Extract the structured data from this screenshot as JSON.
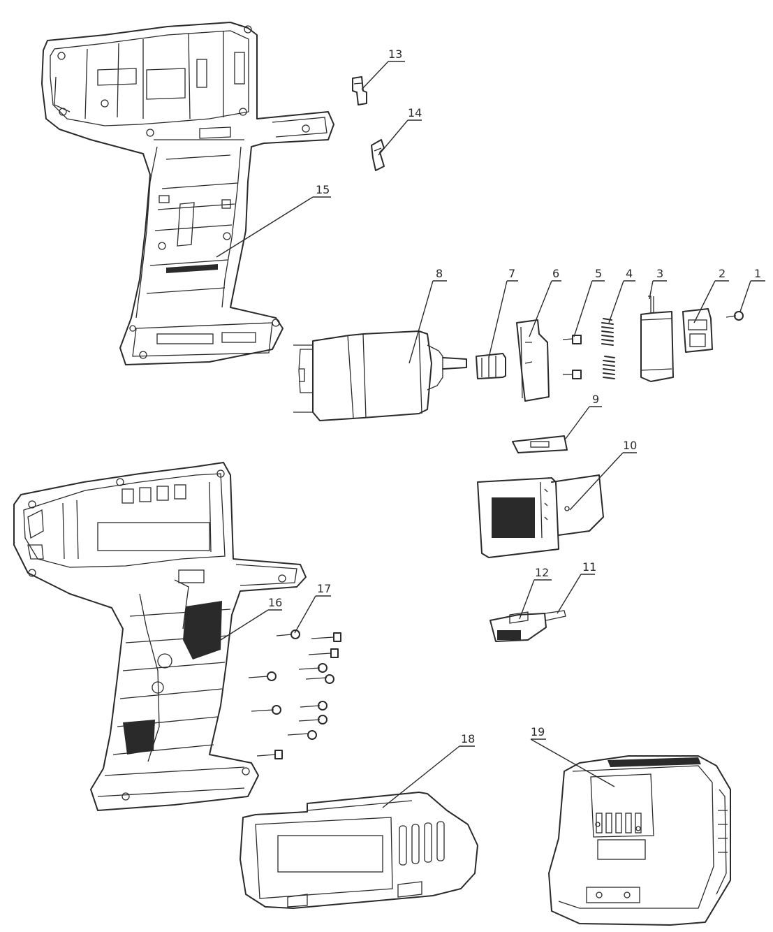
{
  "callouts": {
    "c1": "1",
    "c2": "2",
    "c3": "3",
    "c4": "4",
    "c5": "5",
    "c6": "6",
    "c7": "7",
    "c8": "8",
    "c9": "9",
    "c10": "10",
    "c11": "11",
    "c12": "12",
    "c13": "13",
    "c14": "14",
    "c15": "15",
    "c16": "16",
    "c17": "17",
    "c18": "18",
    "c19": "19"
  },
  "colors": {
    "ink": "#2a2a2a",
    "paper": "#ffffff"
  }
}
